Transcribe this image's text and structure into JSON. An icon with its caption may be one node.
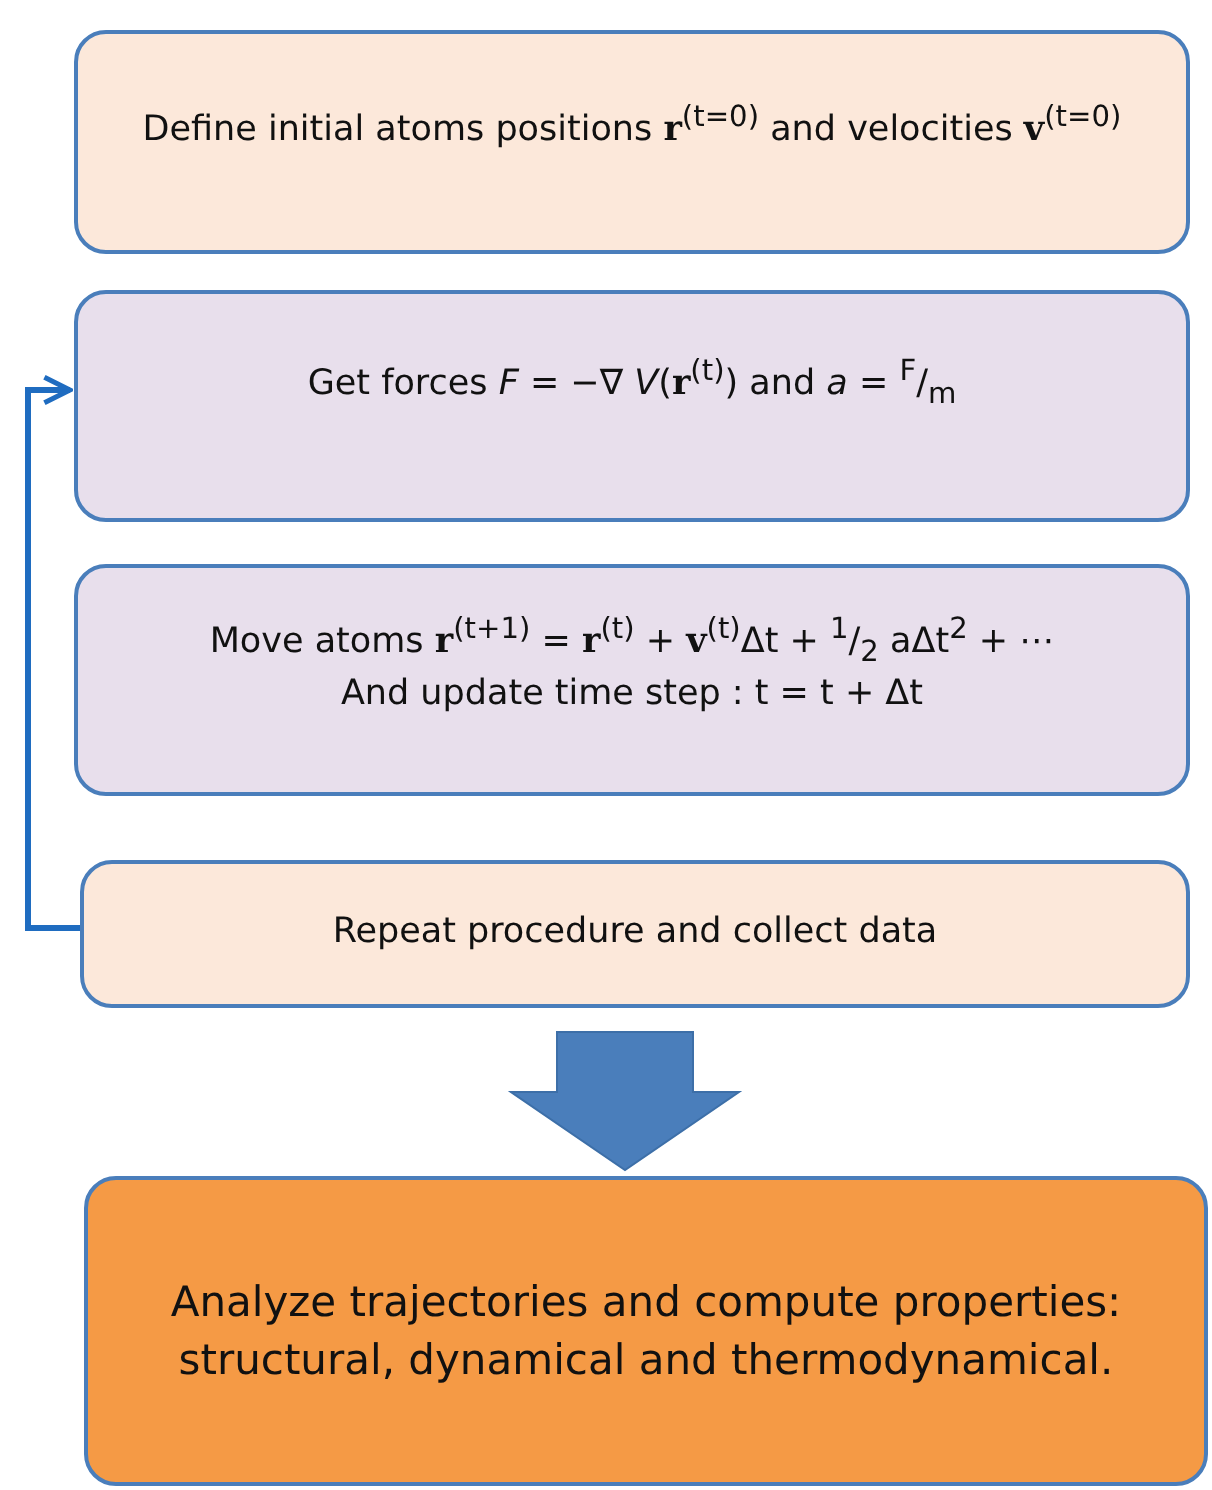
{
  "diagram": {
    "nodes": [
      {
        "text": [
          "Define initial atoms positions **r**$^{(t=0)}$ and velocities **v**$^{(t=0)}$"
        ]
      },
      {
        "text": [
          "Get forces *F* = −∇ *V*(**r**$^{(t)}$) and *a* = $^{F}$/$_{m}$"
        ]
      },
      {
        "text": [
          "Move atoms **r**$^{(t+1)}$ = **r**$^{(t)}$ + **v**$^{(t)}$Δt + $^{1}$/$_{2}$ aΔt$^{2}$ + ⋯",
          "And update time step : t = t + Δt"
        ]
      },
      {
        "text": [
          "Repeat procedure and collect data"
        ]
      },
      {
        "text": [
          "Analyze trajectories and compute properties: structural, dynamical and thermodynamical."
        ]
      }
    ],
    "edges": [
      {
        "from": 3,
        "to": 1,
        "arrow": "to",
        "color": "#1f6cc0"
      },
      {
        "from": 3,
        "to": 4,
        "arrow": "to",
        "style": "thick"
      }
    ]
  }
}
